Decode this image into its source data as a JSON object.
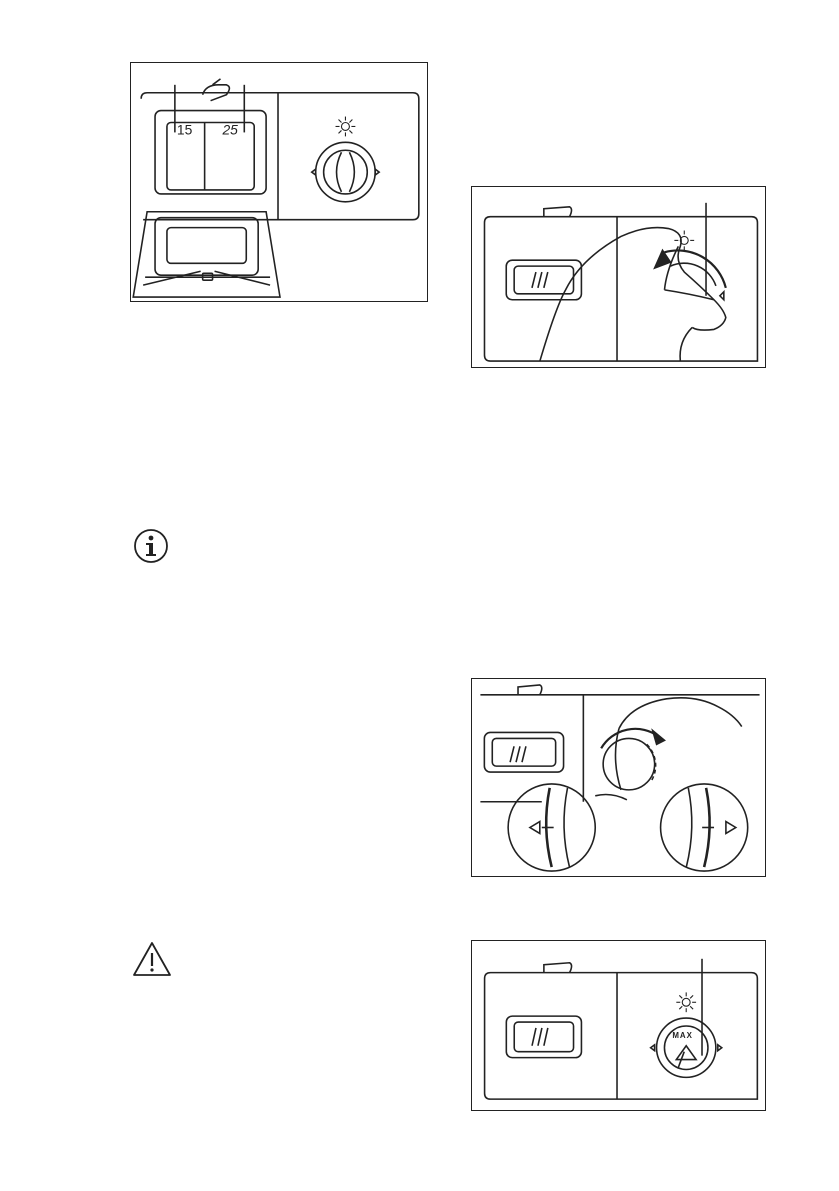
{
  "figures": {
    "dispenser_fill": {
      "left_label": "15",
      "right_label": "25"
    },
    "rinse_aid_dial_release": {},
    "rinse_aid_dial_align": {},
    "rinse_aid_dial_setting": {
      "max_label": "MAX"
    }
  },
  "icons": {
    "info": "info-icon",
    "warning": "warning-icon"
  }
}
